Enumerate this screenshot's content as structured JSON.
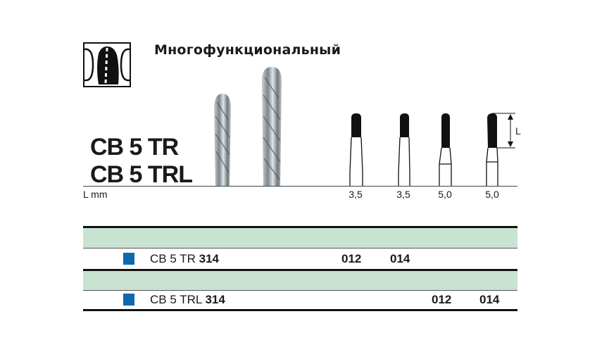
{
  "header": {
    "title": "Многофункциональный",
    "icon": "multifunction-icon"
  },
  "models": [
    "CB 5 TR",
    "CB 5 TRL"
  ],
  "axis": {
    "label": "L mm",
    "values": [
      "3,5",
      "3,5",
      "5,0",
      "5,0"
    ],
    "dimension_label": "L"
  },
  "table": {
    "rows": [
      {
        "name": "CB 5 TR",
        "suffix": "314",
        "codes": [
          "012",
          "014"
        ],
        "color": "#0d6aad"
      },
      {
        "name": "CB 5 TRL",
        "suffix": "314",
        "codes": [
          "012",
          "014"
        ],
        "color": "#0d6aad"
      }
    ],
    "band_color": "#c9e3d3"
  }
}
